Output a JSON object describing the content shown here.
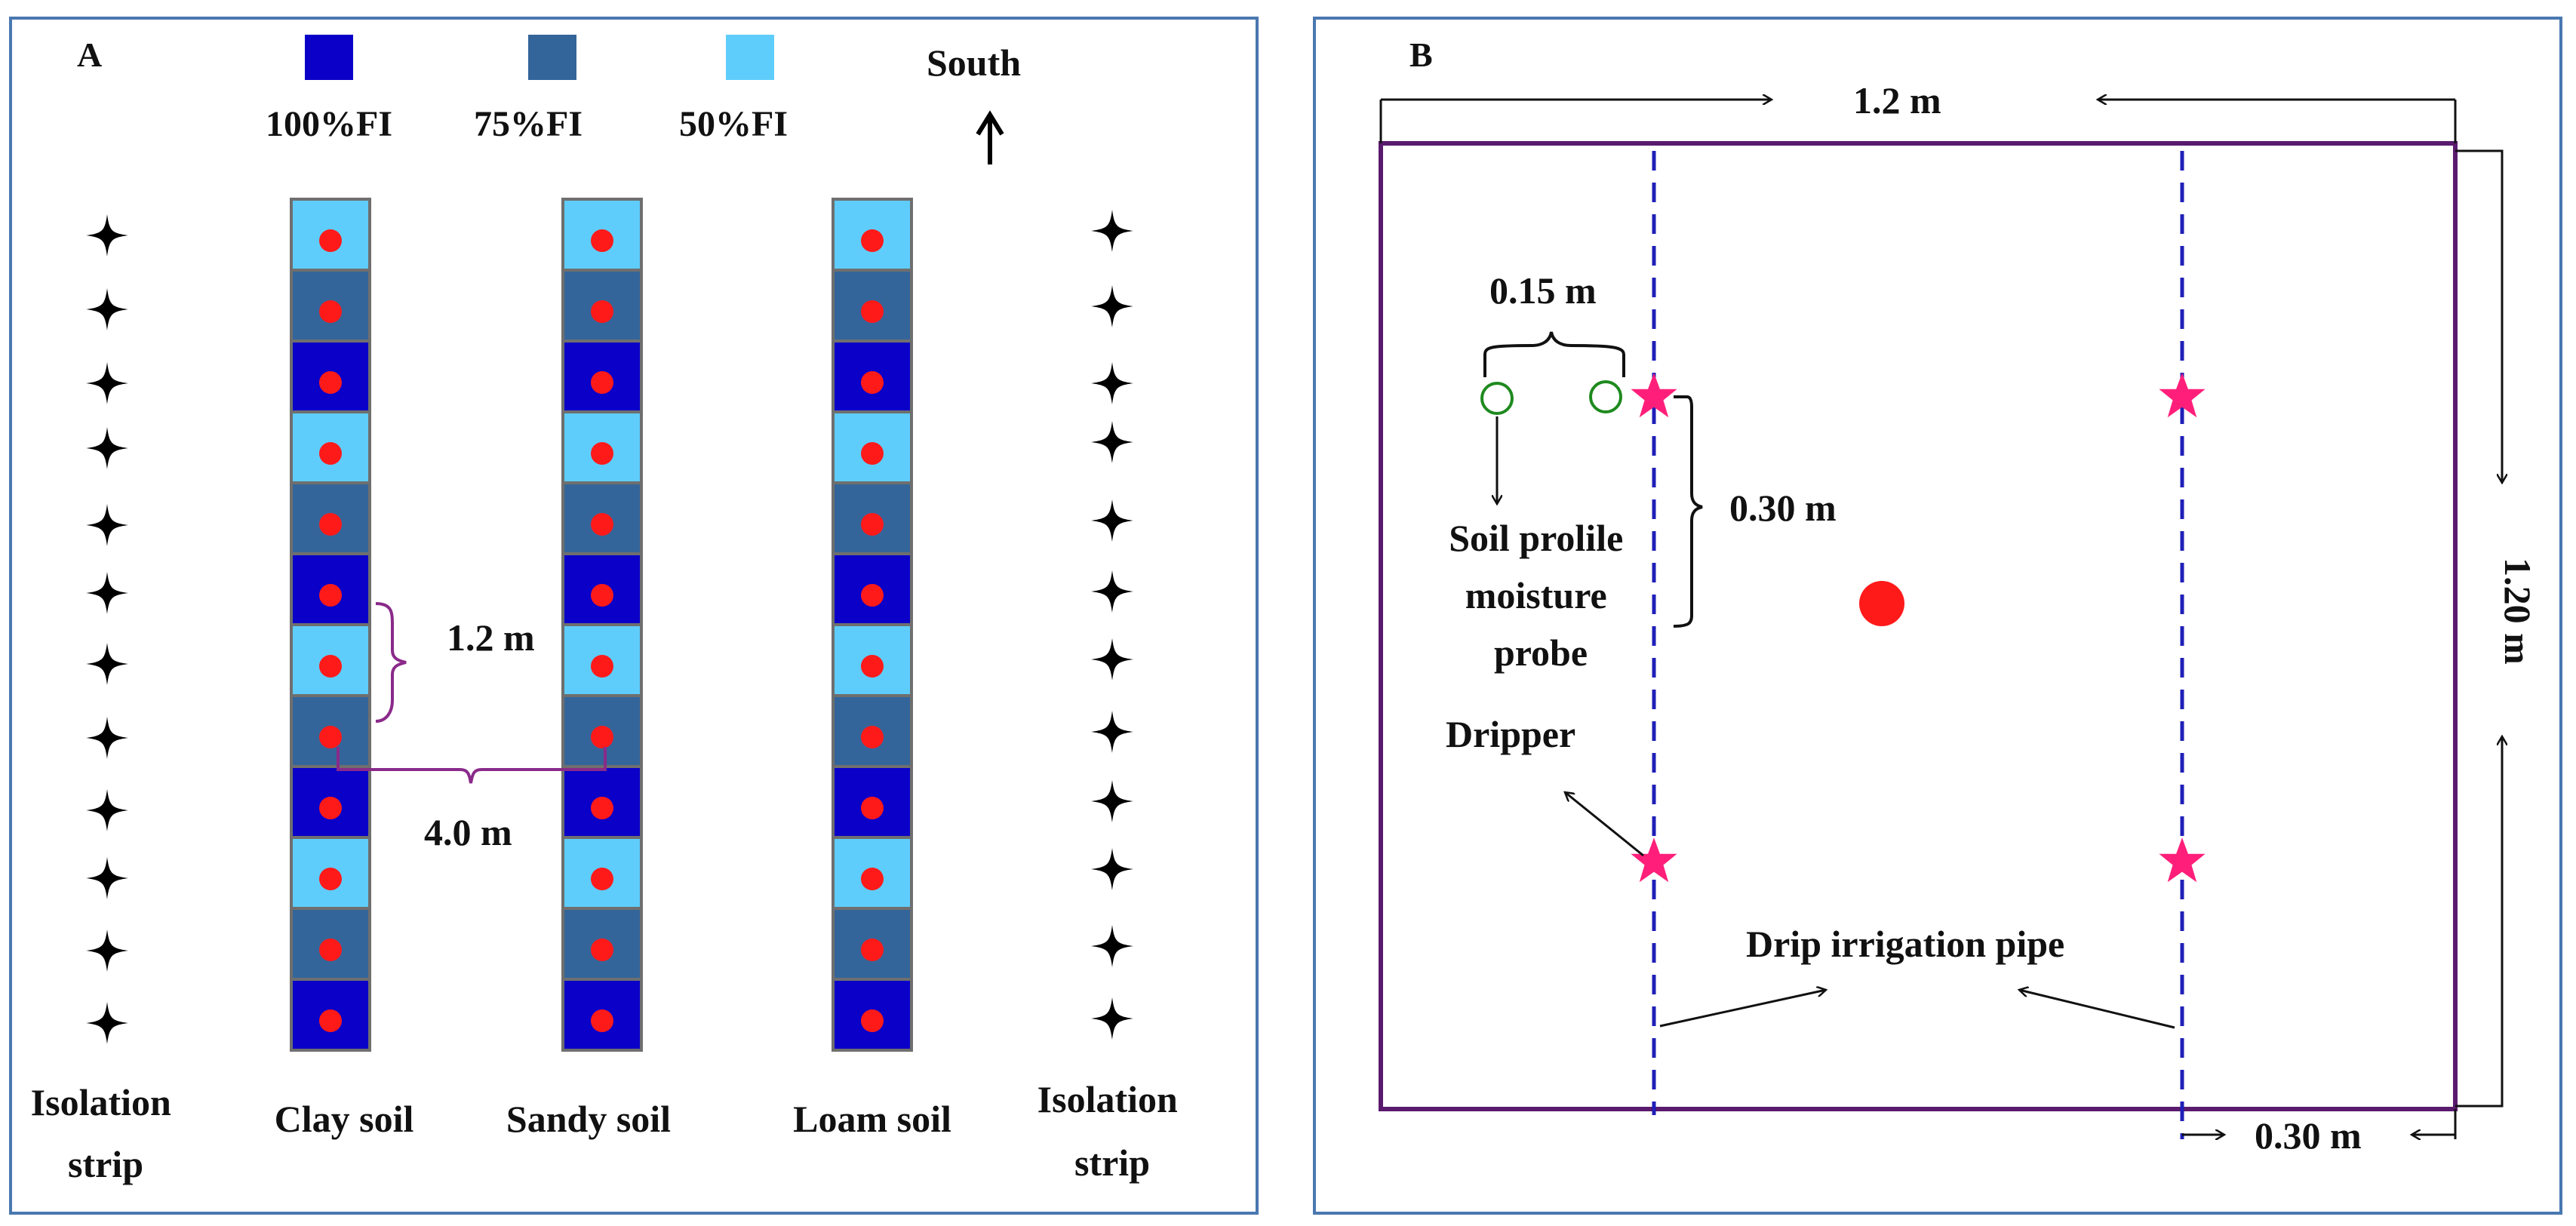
{
  "colors": {
    "fi100": "#0a00c8",
    "fi75": "#34659a",
    "fi50": "#5fcdfb",
    "cell_border": "#6f6f6f",
    "plot_dot": "#ff1a1a",
    "panel_border": "#4a78b0",
    "plot_border": "#5a1a6e",
    "pipe": "#1f1fb8",
    "dripper_star": "#ff1f7a",
    "probe": "#1e8a1e",
    "dim_bracket": "#8a2a8a"
  },
  "panel_a": {
    "label": "A",
    "legend": [
      {
        "key": "fi100",
        "label": "100%FI"
      },
      {
        "key": "fi75",
        "label": "75%FI"
      },
      {
        "key": "fi50",
        "label": "50%FI"
      }
    ],
    "south_label": "South",
    "columns": [
      {
        "label": "Clay soil",
        "cells": [
          "fi50",
          "fi75",
          "fi100",
          "fi50",
          "fi75",
          "fi100",
          "fi50",
          "fi75",
          "fi100",
          "fi50",
          "fi75",
          "fi100"
        ]
      },
      {
        "label": "Sandy soil",
        "cells": [
          "fi50",
          "fi75",
          "fi100",
          "fi50",
          "fi75",
          "fi100",
          "fi50",
          "fi75",
          "fi100",
          "fi50",
          "fi75",
          "fi100"
        ]
      },
      {
        "label": "Loam soil",
        "cells": [
          "fi50",
          "fi75",
          "fi100",
          "fi50",
          "fi75",
          "fi100",
          "fi50",
          "fi75",
          "fi100",
          "fi50",
          "fi75",
          "fi100"
        ]
      }
    ],
    "isolation_left": [
      "Isolation",
      "strip"
    ],
    "isolation_right": [
      "Isolation",
      "strip"
    ],
    "dim_vertical": "1.2 m",
    "dim_horizontal": "4.0 m"
  },
  "panel_b": {
    "label": "B",
    "width_label": "1.2 m",
    "height_label": "1.20 m",
    "probe_spacing_label": "0.15 m",
    "dripper_spacing_label": "0.30 m",
    "edge_offset_label": "0.30 m",
    "probe_label": [
      "Soil prolile",
      "moisture",
      "probe"
    ],
    "dripper_label": "Dripper",
    "pipe_label": "Drip irrigation pipe"
  }
}
